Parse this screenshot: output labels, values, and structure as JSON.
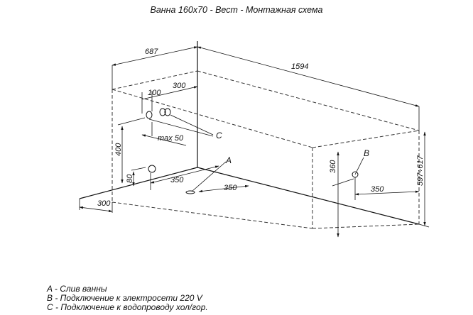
{
  "title": "Ванна 160x70 - Вест - Монтажная схема",
  "dimensions": {
    "width_top": "687",
    "length": "1594",
    "d100": "100",
    "d300_top": "300",
    "max50": "max 50",
    "h400": "400",
    "h80": "80",
    "d350_left": "350",
    "d350_mid": "350",
    "d300_floor": "300",
    "h360": "360",
    "d350_right": "350",
    "total_height": "597÷617"
  },
  "markers": {
    "a": "A",
    "b": "B",
    "c": "C"
  },
  "legend": [
    "A - Слив ванны",
    "B - Подключение к электросети 220 V",
    "C - Подключение к водопроводу хол/гор."
  ]
}
